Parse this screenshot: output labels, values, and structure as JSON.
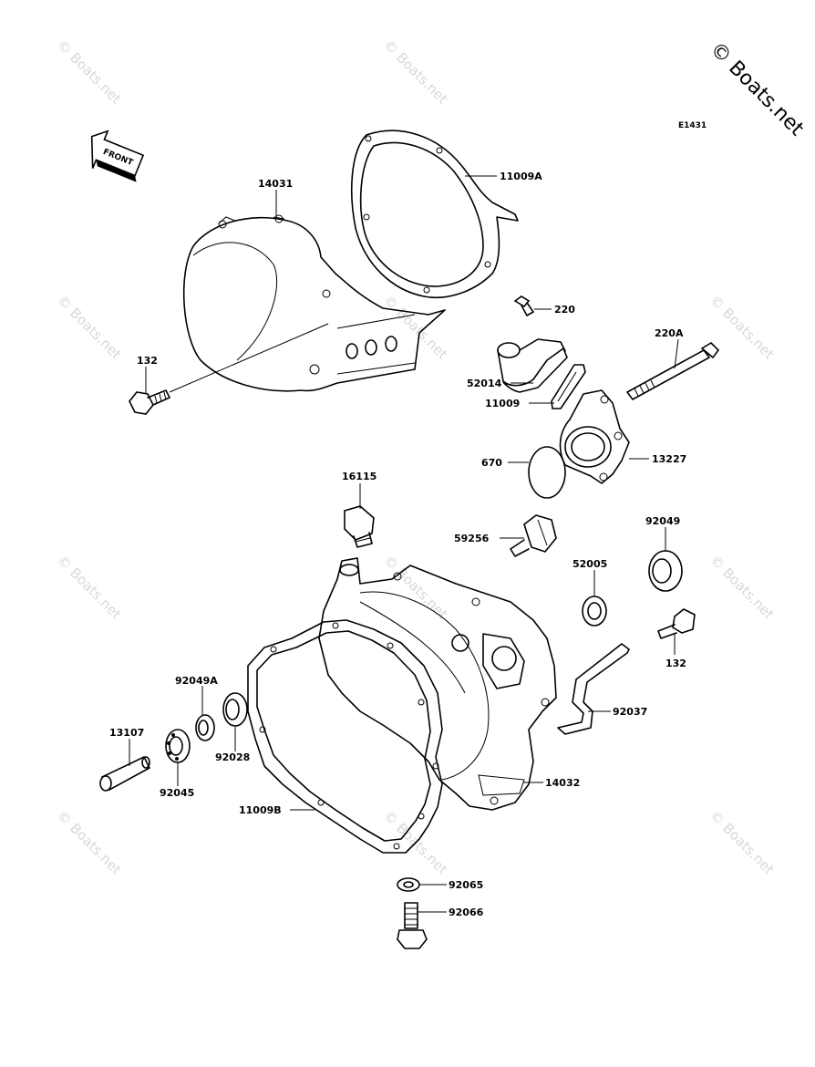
{
  "copyright": "© Boats.net",
  "watermark_text": "© Boats.net",
  "diagram_code": "E1431",
  "front_label": "FRONT",
  "parts": [
    {
      "id": "14031",
      "label": "14031"
    },
    {
      "id": "11009A",
      "label": "11009A"
    },
    {
      "id": "220",
      "label": "220"
    },
    {
      "id": "220A",
      "label": "220A"
    },
    {
      "id": "132-top",
      "label": "132"
    },
    {
      "id": "52014",
      "label": "52014"
    },
    {
      "id": "11009",
      "label": "11009"
    },
    {
      "id": "13227",
      "label": "13227"
    },
    {
      "id": "670",
      "label": "670"
    },
    {
      "id": "16115",
      "label": "16115"
    },
    {
      "id": "59256",
      "label": "59256"
    },
    {
      "id": "92049",
      "label": "92049"
    },
    {
      "id": "52005",
      "label": "52005"
    },
    {
      "id": "132-bottom",
      "label": "132"
    },
    {
      "id": "92049A",
      "label": "92049A"
    },
    {
      "id": "92037",
      "label": "92037"
    },
    {
      "id": "13107",
      "label": "13107"
    },
    {
      "id": "92028",
      "label": "92028"
    },
    {
      "id": "92045",
      "label": "92045"
    },
    {
      "id": "14032",
      "label": "14032"
    },
    {
      "id": "11009B",
      "label": "11009B"
    },
    {
      "id": "92065",
      "label": "92065"
    },
    {
      "id": "92066",
      "label": "92066"
    }
  ],
  "colors": {
    "ink": "#000000",
    "watermark": "#d8d8d8",
    "background": "#ffffff"
  }
}
